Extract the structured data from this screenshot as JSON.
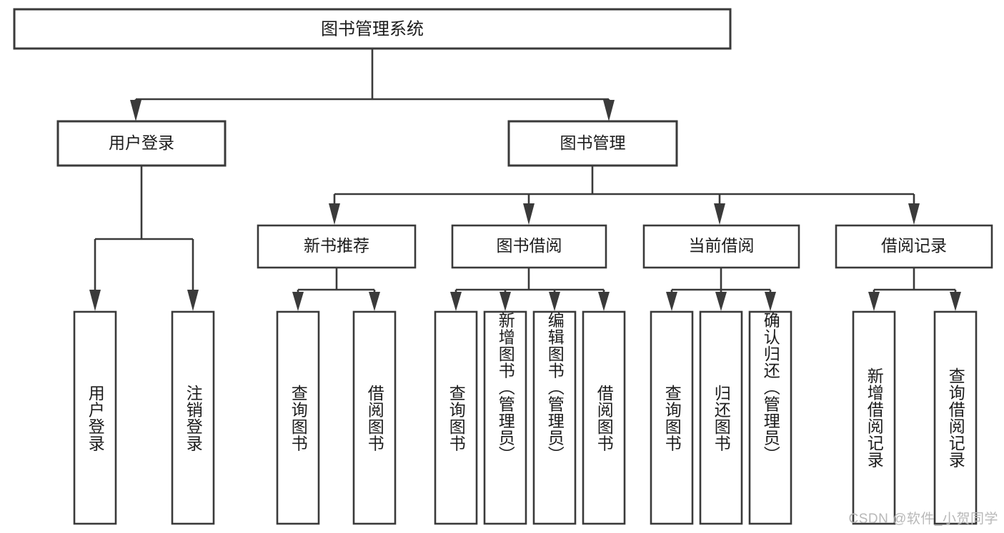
{
  "diagram": {
    "title": "图书管理系统",
    "watermark": "CSDN @软件_小贺同学",
    "colors": {
      "stroke": "#3a3a3a",
      "fill": "#ffffff",
      "text": "#1c1c1c",
      "watermark": "#b8b8b8",
      "background": "#ffffff"
    },
    "root": {
      "label": "图书管理系统"
    },
    "level2": [
      {
        "label": "用户登录"
      },
      {
        "label": "图书管理"
      }
    ],
    "level3": [
      {
        "label": "新书推荐"
      },
      {
        "label": "图书借阅"
      },
      {
        "label": "当前借阅"
      },
      {
        "label": "借阅记录"
      }
    ],
    "leaves": {
      "user_login": [
        {
          "label": "用户登录"
        },
        {
          "label": "注销登录"
        }
      ],
      "new_book_recommend": [
        {
          "label": "查询图书"
        },
        {
          "label": "借阅图书"
        }
      ],
      "book_borrow": [
        {
          "label": "查询图书"
        },
        {
          "label": "新增图书（管理员）"
        },
        {
          "label": "编辑图书（管理员）"
        },
        {
          "label": "借阅图书"
        }
      ],
      "current_borrow": [
        {
          "label": "查询图书"
        },
        {
          "label": "归还图书"
        },
        {
          "label": "确认归还（管理员）"
        }
      ],
      "borrow_record": [
        {
          "label": "新增借阅记录"
        },
        {
          "label": "查询借阅记录"
        }
      ]
    }
  }
}
